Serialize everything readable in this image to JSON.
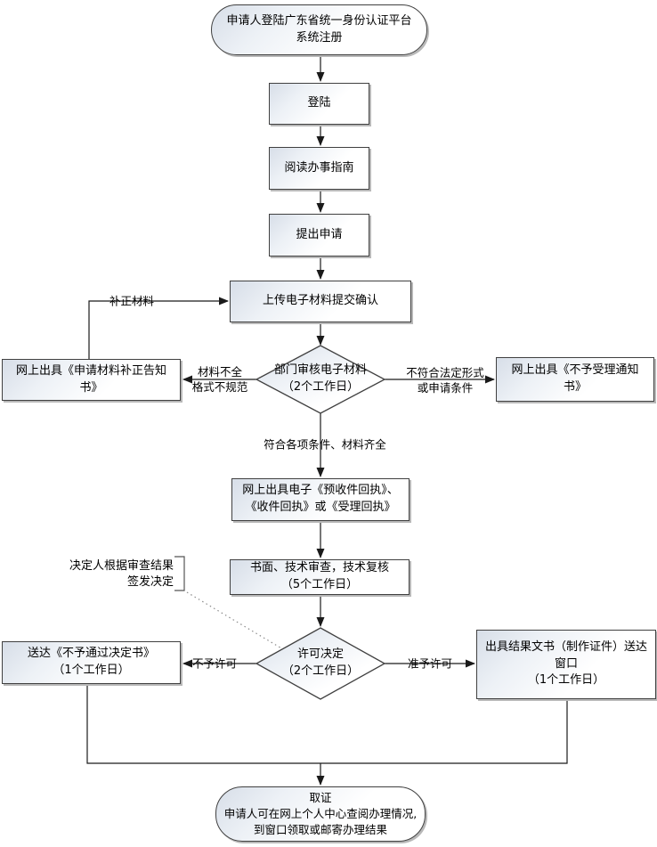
{
  "diagram": {
    "nodes": {
      "start": {
        "text": "申请人登陆广东省统一身份认证平台\n系统注册"
      },
      "login": {
        "text": "登陆"
      },
      "guide": {
        "text": "阅读办事指南"
      },
      "apply": {
        "text": "提出申请"
      },
      "upload": {
        "text": "上传电子材料提交确认"
      },
      "review": {
        "text": "部门审核电子材料\n（2个工作日）"
      },
      "supplement": {
        "text": "网上出具《申请材料补正告知\n书》"
      },
      "reject": {
        "text": "网上出具《不予受理通知\n书》"
      },
      "receipt": {
        "text": "网上出具电子《预收件回执》、\n《收件回执》或《受理回执》"
      },
      "tech": {
        "text": "书面、技术审查，技术复核\n（5个工作日）"
      },
      "decision": {
        "text": "许可决定\n（2个工作日）"
      },
      "deny": {
        "text": "送达《不予通过决定书》\n（1个工作日）"
      },
      "result": {
        "text": "出具结果文书（制作证件）送达\n窗口\n（1个工作日）"
      },
      "end": {
        "text": "取证\n申请人可在网上个人中心查阅办理情况,\n到窗口领取或邮寄办理结果"
      }
    },
    "labels": {
      "supplement_materials": "补正材料",
      "incomplete": "材料不全\n格式不规范",
      "nonconforming": "不符合法定形式\n或申请条件",
      "conforming": "符合各项条件、材料齐全",
      "not_permitted": "不予许可",
      "permitted": "准予许可",
      "annotation": "决定人根据审查结果\n签发决定"
    },
    "colors": {
      "line": "#1a1a1a",
      "border": "#404040",
      "fill_top": "#d7dee8",
      "fill_bottom": "#ffffff",
      "shadow": "#b8b8b8",
      "dotted": "#8a8a8a"
    }
  }
}
